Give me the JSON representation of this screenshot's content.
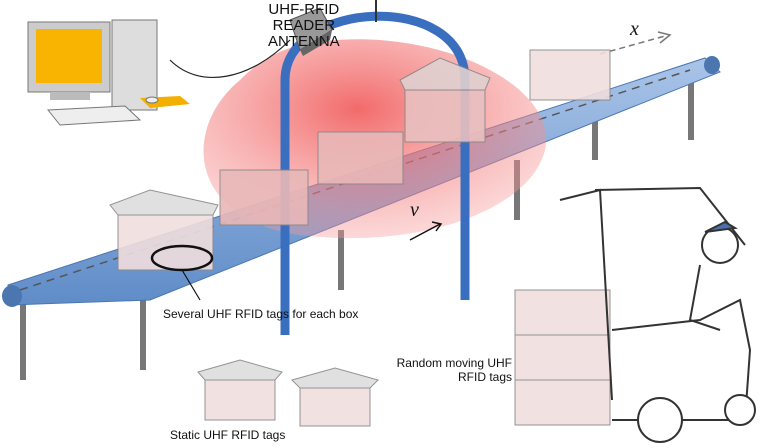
{
  "antenna_label": {
    "line1": "UHF-RFID",
    "line2": "READER",
    "line3": "ANTENNA"
  },
  "axis_x": "x",
  "velocity": "v",
  "labels": {
    "box_tags": "Several UHF RFID tags for each box",
    "moving_tags_line1": "Random moving UHF",
    "moving_tags_line2": "RFID tags",
    "static_tags": "Static UHF RFID tags"
  },
  "colors": {
    "belt": "#7fa6d6",
    "pole": "#3a6fc0",
    "field": "#f06a6a",
    "box": "#e8d8d8"
  }
}
